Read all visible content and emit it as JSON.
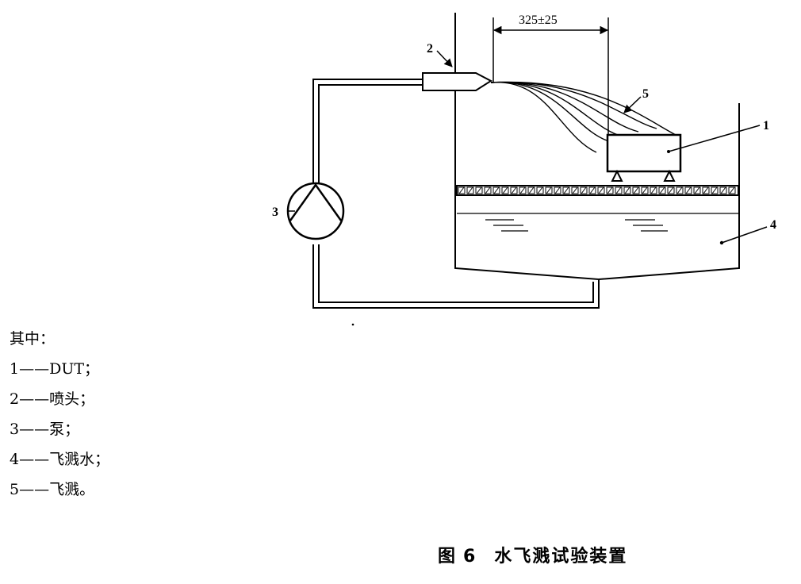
{
  "diagram": {
    "dimension_label": "325±25",
    "callouts": [
      "1",
      "2",
      "3",
      "4",
      "5"
    ]
  },
  "legend": {
    "heading": "其中：",
    "items": [
      {
        "number": "1",
        "dash": "——",
        "text": "DUT；"
      },
      {
        "number": "2",
        "dash": "——",
        "text": "喷头；"
      },
      {
        "number": "3",
        "dash": "——",
        "text": "泵；"
      },
      {
        "number": "4",
        "dash": "——",
        "text": "飞溅水；"
      },
      {
        "number": "5",
        "dash": "——",
        "text": "飞溅。"
      }
    ]
  },
  "caption": {
    "prefix": "图",
    "number": "6",
    "title": "水飞溅试验装置"
  }
}
